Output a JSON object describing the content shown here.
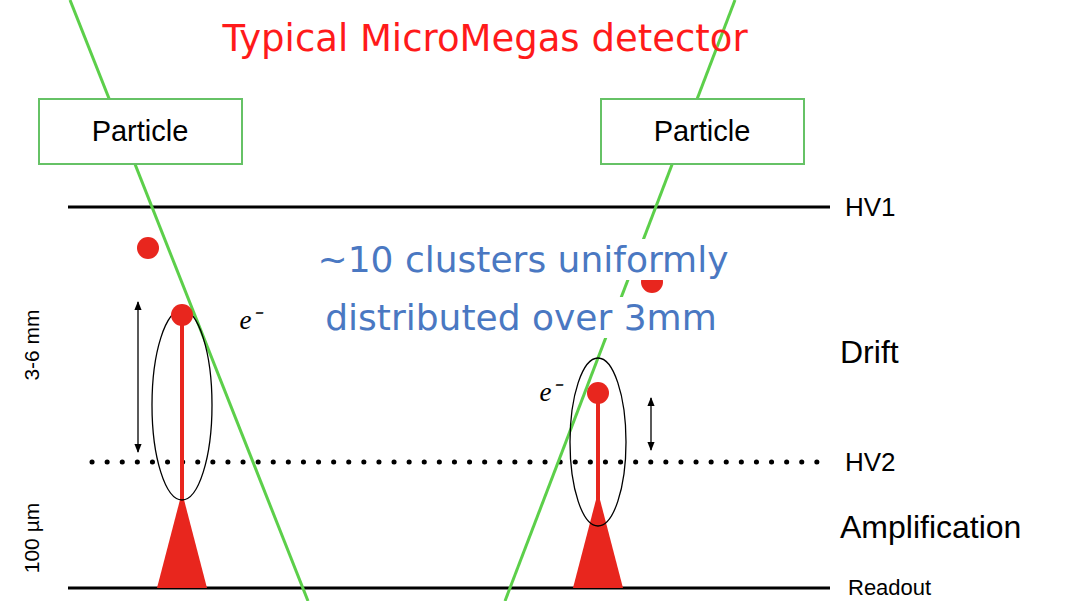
{
  "diagram": {
    "title": "Typical MicroMegas detector",
    "nodes": [
      {
        "text": [
          "Particle"
        ]
      },
      {
        "text": [
          "Particle"
        ]
      }
    ],
    "labels": [
      "HV1",
      "3-6 mm",
      "~10 clusters uniformly distributed over 3mm",
      "Drift",
      "e⁻",
      "e⁻",
      "HV2",
      "100 µm",
      "Amplification",
      "Readout"
    ]
  }
}
